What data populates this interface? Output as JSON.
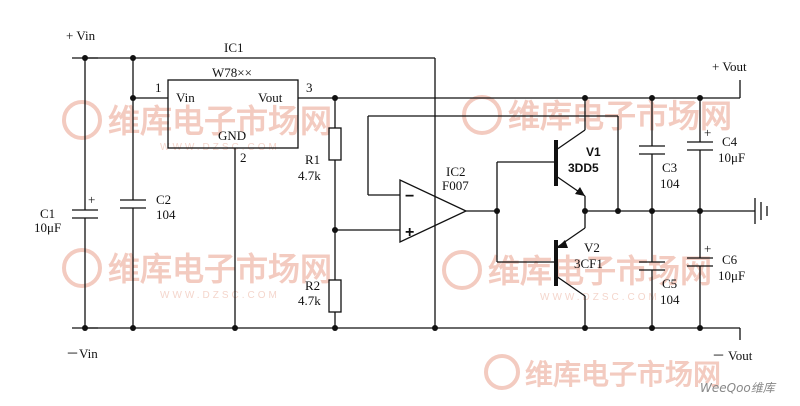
{
  "labels": {
    "vin_pos": "+ Vin",
    "vin_neg": "－Vin",
    "vout_pos": "+ Vout",
    "vout_neg": "－ Vout",
    "ic1": "IC1",
    "ic1_part": "W78××",
    "ic1_vin": "Vin",
    "ic1_vout": "Vout",
    "ic1_gnd": "GND",
    "pin1": "1",
    "pin2": "2",
    "pin3": "3",
    "c1": "C1",
    "c1_val": "10μF",
    "c2": "C2",
    "c2_val": "104",
    "r1": "R1",
    "r1_val": "4.7k",
    "r2": "R2",
    "r2_val": "4.7k",
    "ic2": "IC2",
    "ic2_part": "F007",
    "op_minus": "−",
    "op_plus": "+",
    "v1": "V1",
    "v1_part": "3DD5",
    "v2": "V2",
    "v2_part": "3CF1",
    "c3": "C3",
    "c3_val": "104",
    "c4": "C4",
    "c4_val": "10μF",
    "c5": "C5",
    "c5_val": "104",
    "c6": "C6",
    "c6_val": "10μF",
    "polarity_plus": "+"
  },
  "watermark": {
    "text": "维库电子市场网",
    "url": "WWW.DZSC.COM",
    "credit": "WeeQoo维库"
  },
  "colors": {
    "wire": "#111111",
    "watermark": "#f1c2b6"
  }
}
